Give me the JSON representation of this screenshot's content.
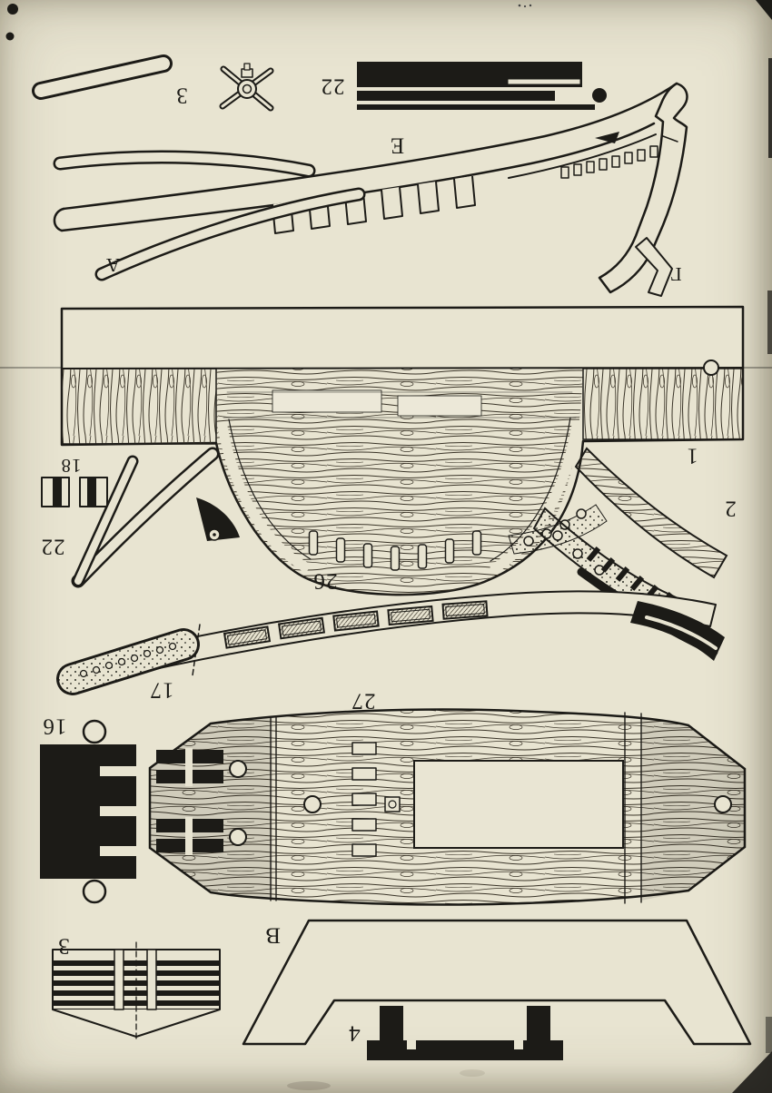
{
  "page": {
    "background": "#e8e4d1",
    "ink": "#1c1b17"
  },
  "labels": {
    "batten3_top": "3",
    "part22_top": "22",
    "partE": "Е",
    "partA": "А",
    "partG": "Г",
    "part1": "1",
    "part2": "2",
    "part18": "18",
    "part22_left": "22",
    "part26": "26",
    "part17": "17",
    "part16": "16",
    "part27": "27",
    "partB": "В",
    "part4": "4",
    "part3_bottom": "3"
  }
}
